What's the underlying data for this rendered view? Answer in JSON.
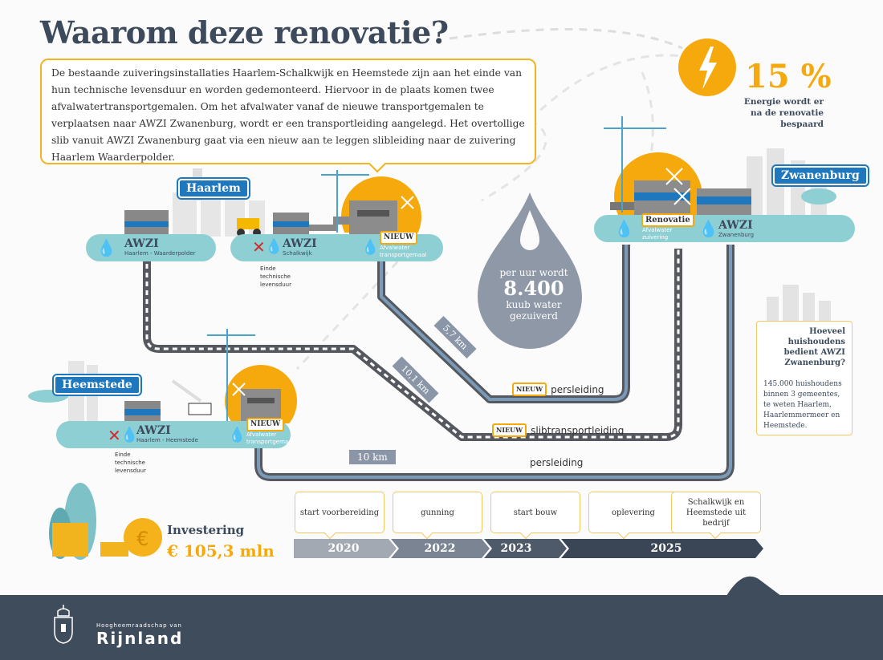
{
  "title": "Waarom deze renovatie?",
  "intro": "De bestaande zuiveringsinstallaties Haarlem-Schalkwijk en Heemstede zijn aan het einde van hun technische levensduur en worden gedemonteerd. Hiervoor in de plaats komen twee afvalwatertransportgemalen. Om het afvalwater vanaf de nieuwe transportgemalen te verplaatsen naar AWZI Zwanenburg, wordt er een transportleiding aangelegd. Het overtollige slib vanuit AWZI Zwanenburg gaat via een nieuw aan te leggen slibleiding naar de zuivering Haarlem Waarderpolder.",
  "energy": {
    "icon": "lightning-icon",
    "percent": "15 %",
    "line1": "Energie wordt er",
    "line2": "na de renovatie",
    "line3": "bespaard"
  },
  "locations": {
    "haarlem": {
      "sign": "Haarlem",
      "waarderpolder": {
        "title": "AWZI",
        "sub": "Haarlem - Waarderpolder"
      },
      "schalkwijk": {
        "title": "AWZI",
        "sub": "Schalkwijk",
        "note1": "Einde",
        "note2": "technische",
        "note3": "levensduur"
      },
      "pump": {
        "badge": "NIEUW",
        "line1": "Afvalwater",
        "line2": "transportgemaal"
      }
    },
    "heemstede": {
      "sign": "Heemstede",
      "awzi": {
        "title": "AWZI",
        "sub": "Haarlem - Heemstede",
        "note1": "Einde",
        "note2": "technische",
        "note3": "levensduur"
      },
      "pump": {
        "badge": "NIEUW",
        "line1": "Afvalwater",
        "line2": "transportgemaal"
      }
    },
    "zwanenburg": {
      "sign": "Zwanenburg",
      "renovation": {
        "badge": "Renovatie",
        "line1": "Afvalwater",
        "line2": "zuivering"
      },
      "awzi": {
        "title": "AWZI",
        "sub": "Zwanenburg"
      }
    }
  },
  "drop": {
    "line1": "per uur wordt",
    "value": "8.400",
    "line2": "kuub water",
    "line3": "gezuiverd"
  },
  "pipes": {
    "km_57": "5,7 km",
    "km_101": "10,1 km",
    "km_10": "10 km",
    "persleiding_new": {
      "badge": "NIEUW",
      "label": "persleiding"
    },
    "slib": {
      "badge": "NIEUW",
      "label": "slibtransportleiding"
    },
    "persleiding": "persleiding"
  },
  "households": {
    "question": "Hoeveel huishoudens bedient AWZI Zwanenburg?",
    "answer": "145.000 huishoudens binnen 3 gemeentes, te weten Haarlem, Haarlemmermeer en Heemstede."
  },
  "investment": {
    "label": "Investering",
    "value": "€ 105,3 mln"
  },
  "timeline": {
    "milestones": [
      {
        "label": "start voorbereiding"
      },
      {
        "label": "gunning"
      },
      {
        "label": "start bouw"
      },
      {
        "label": "oplevering"
      },
      {
        "label": "Schalkwijk en Heemstede uit bedrijf"
      }
    ],
    "years": [
      "2020",
      "2022",
      "2023",
      "2025"
    ]
  },
  "footer": {
    "org_small": "Hoogheemraadschap van",
    "org_big": "Rijnland"
  },
  "colors": {
    "accent": "#f5a90c",
    "dark": "#3f4c5c",
    "platform": "#8ecfd4",
    "sign": "#1f78bd",
    "pipe": "#5a5f66",
    "pipe_water": "#7a9ab8"
  }
}
